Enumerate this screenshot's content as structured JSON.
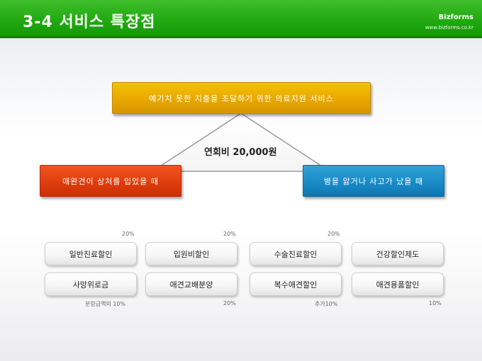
{
  "header": {
    "title": "3-4 서비스 특장점",
    "brand": "Bizforms",
    "brand_url": "www.bizforms.co.kr"
  },
  "diagram": {
    "top_box": "예기치 못한 지출을 조달하기 위한 의료지원 서비스",
    "fee": "연회비 20,000원",
    "left_box": "애완견이 상처를 입었을 때",
    "right_box": "병을 앓거나 사고가 났을 때"
  },
  "benefits": {
    "row1": [
      "일반진료할인",
      "입원비할인",
      "수술진료할인",
      "건강할인제도"
    ],
    "row2": [
      "사망위로금",
      "애견교배분양",
      "복수애견할인",
      "애견용품할인"
    ],
    "row1_notes": [
      "20%",
      "20%",
      "20%"
    ],
    "row2_notes": [
      "분양금액의 10%",
      "20%",
      "추가10%",
      "10%"
    ]
  },
  "colors": {
    "header_green": "#1fa80f",
    "top_box": "#e8a800",
    "left_box": "#e03d0e",
    "right_box": "#1a8bc6"
  }
}
